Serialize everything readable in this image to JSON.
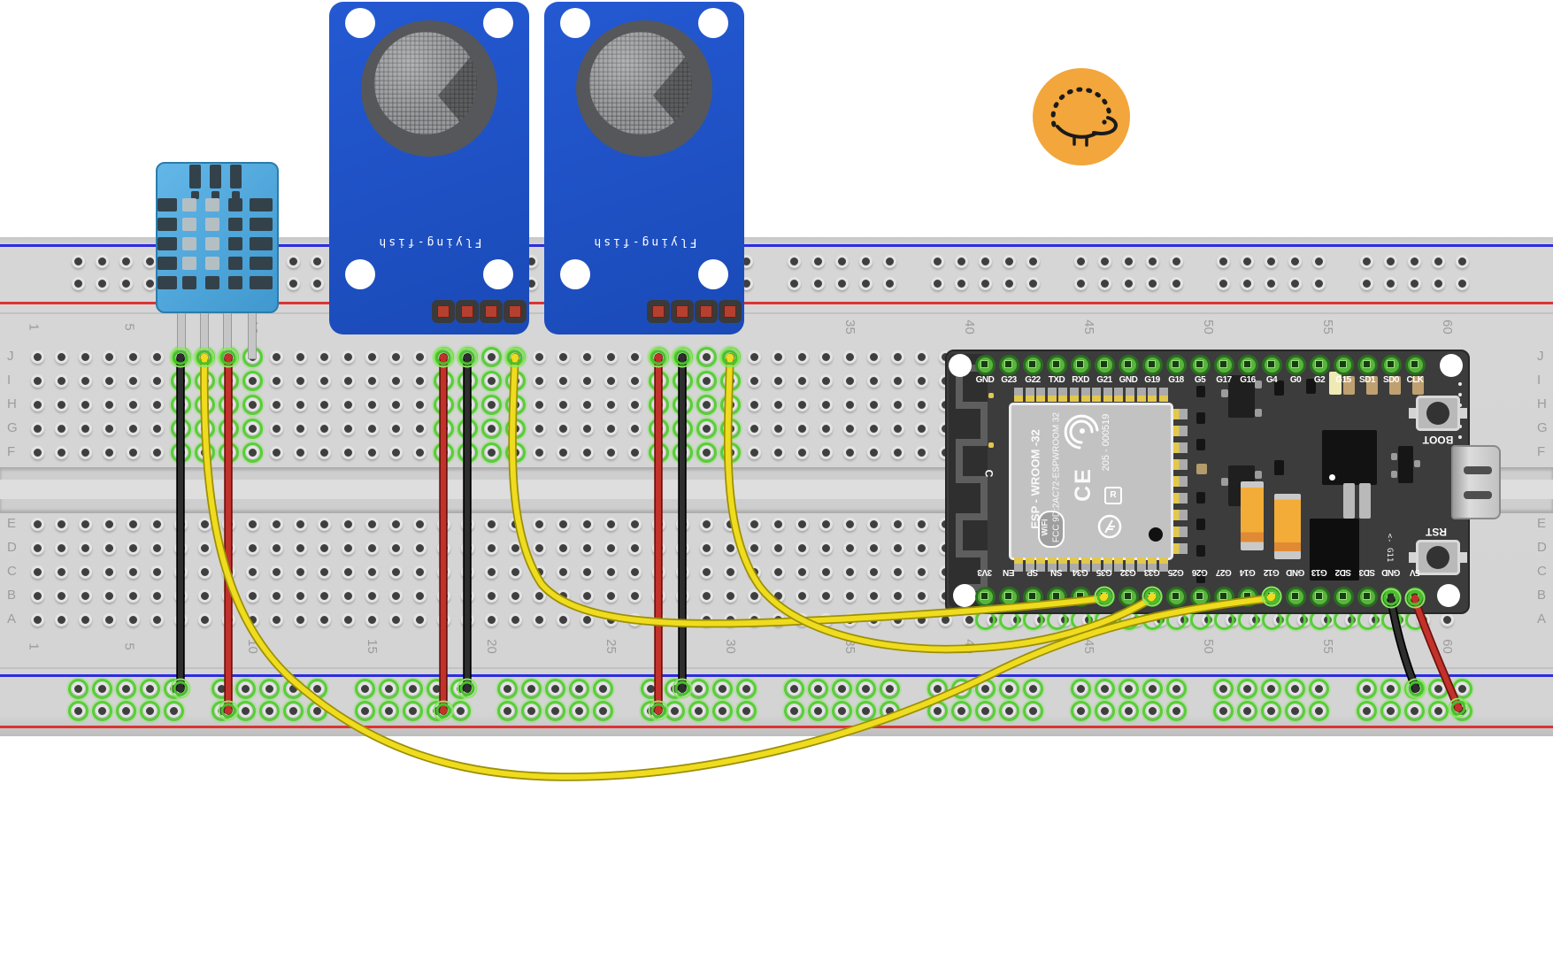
{
  "canvas": {
    "background": "#FFFFFF"
  },
  "breadboard": {
    "column_numbers": [
      "1",
      "5",
      "10",
      "15",
      "20",
      "25",
      "30",
      "35",
      "40",
      "45",
      "50",
      "55",
      "60"
    ],
    "row_letters_upper": [
      "J",
      "I",
      "H",
      "G",
      "F"
    ],
    "row_letters_lower": [
      "E",
      "D",
      "C",
      "B",
      "A"
    ],
    "rail_negative_color": "#2d2de0",
    "rail_positive_color": "#dd3333"
  },
  "dht11": {
    "body_color": "#48a3d9"
  },
  "gas_sensors": [
    {
      "label": "Flying-fish",
      "board_color": "#1c51c6"
    },
    {
      "label": "Flying-fish",
      "board_color": "#1c51c6"
    }
  ],
  "esp32": {
    "top_pins": [
      "GND",
      "G23",
      "G22",
      "TXD",
      "RXD",
      "G21",
      "GND",
      "G19",
      "G18",
      "G5",
      "G17",
      "G16",
      "G4",
      "G0",
      "G2",
      "G15",
      "SD1",
      "SD0",
      "CLK"
    ],
    "bottom_pins": [
      "3V3",
      "EN",
      "SP",
      "SN",
      "G34",
      "G35",
      "G32",
      "G33",
      "G25",
      "G26",
      "G27",
      "G14",
      "G12",
      "GND",
      "G13",
      "SD2",
      "SD3",
      "GND",
      "5V"
    ],
    "shield": {
      "module_name": "ESP - WROOM -32",
      "wifi_logo": "WiFi",
      "ce_mark": "CE",
      "reg_mark": "R",
      "serial": "205 - 000519",
      "fcc_id": "FCC 9D:2AC72-ESPWROOM 32"
    },
    "boot_button": "BOOT",
    "reset_button": "RST",
    "g11_note": "<- G11",
    "antenna_label": "C"
  },
  "wires": [
    {
      "id": "dht11-gnd",
      "color": "black",
      "from": "DHT11 pin 1",
      "to": "bottom rail -"
    },
    {
      "id": "dht11-data",
      "color": "yellow",
      "from": "DHT11 pin 2",
      "to": "ESP32 G12"
    },
    {
      "id": "dht11-vcc",
      "color": "red",
      "from": "DHT11 pin 3",
      "to": "bottom rail +"
    },
    {
      "id": "mq1-vcc",
      "color": "red",
      "from": "gas sensor 1",
      "to": "bottom rail +"
    },
    {
      "id": "mq1-gnd",
      "color": "black",
      "from": "gas sensor 1",
      "to": "bottom rail -"
    },
    {
      "id": "mq1-aout",
      "color": "yellow",
      "from": "gas sensor 1",
      "to": "ESP32 G35"
    },
    {
      "id": "mq2-vcc",
      "color": "red",
      "from": "gas sensor 2",
      "to": "bottom rail +"
    },
    {
      "id": "mq2-gnd",
      "color": "black",
      "from": "gas sensor 2",
      "to": "bottom rail -"
    },
    {
      "id": "mq2-aout",
      "color": "yellow",
      "from": "gas sensor 2",
      "to": "ESP32 G33"
    },
    {
      "id": "esp-gnd",
      "color": "black",
      "from": "ESP32 GND",
      "to": "bottom rail -"
    },
    {
      "id": "esp-5v",
      "color": "red",
      "from": "ESP32 5V",
      "to": "bottom rail +"
    }
  ],
  "colors": {
    "wire_yellow": "#efdc1e",
    "wire_red": "#c2322b",
    "wire_black": "#2e2e2e",
    "ring_green": "#57ce36",
    "hedgehog_bg": "#f2a63b"
  },
  "icons": {
    "hedgehog": "hedgehog-icon"
  }
}
